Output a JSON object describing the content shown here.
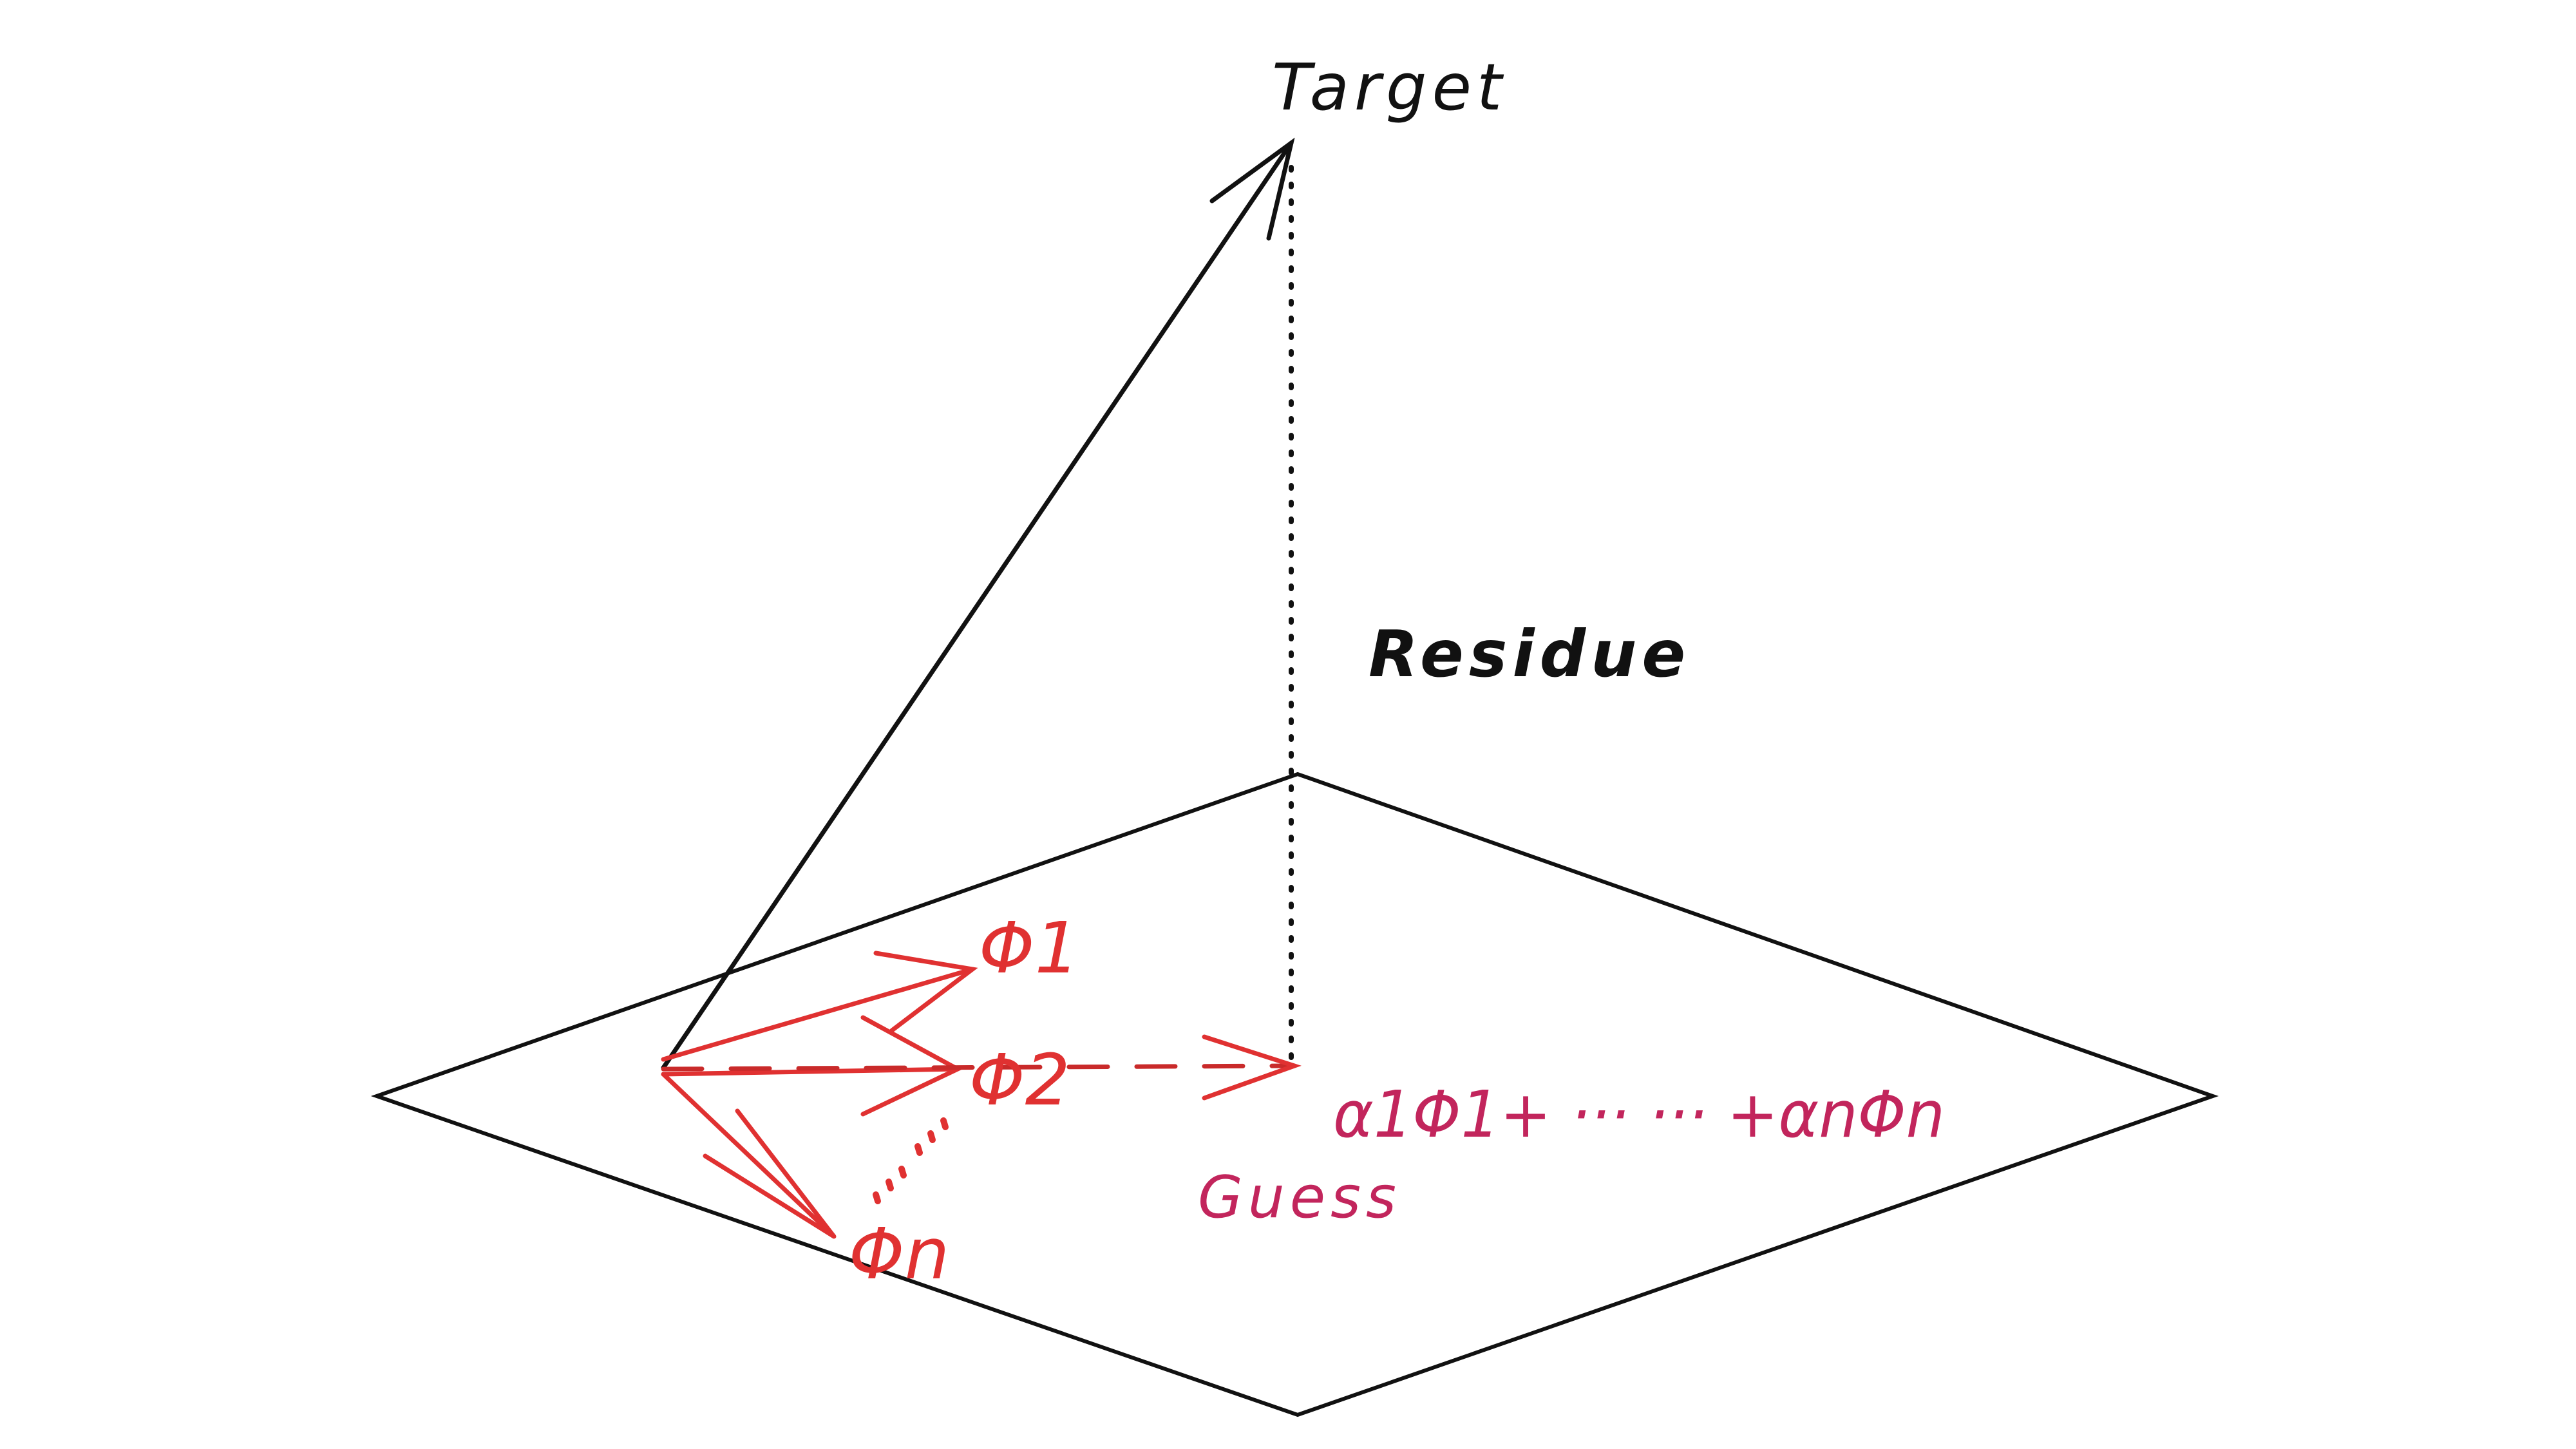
{
  "diagram": {
    "labels": {
      "target": "Target",
      "residue": "Residue",
      "phi1": "Φ1",
      "phi2": "Φ2",
      "phin": "Φn",
      "formula": "α1Φ1+ ··· ··· +αnΦn",
      "guess": "Guess"
    },
    "colors": {
      "ink": "#111111",
      "basis": "#e03131",
      "guess": "#c2255c"
    }
  }
}
